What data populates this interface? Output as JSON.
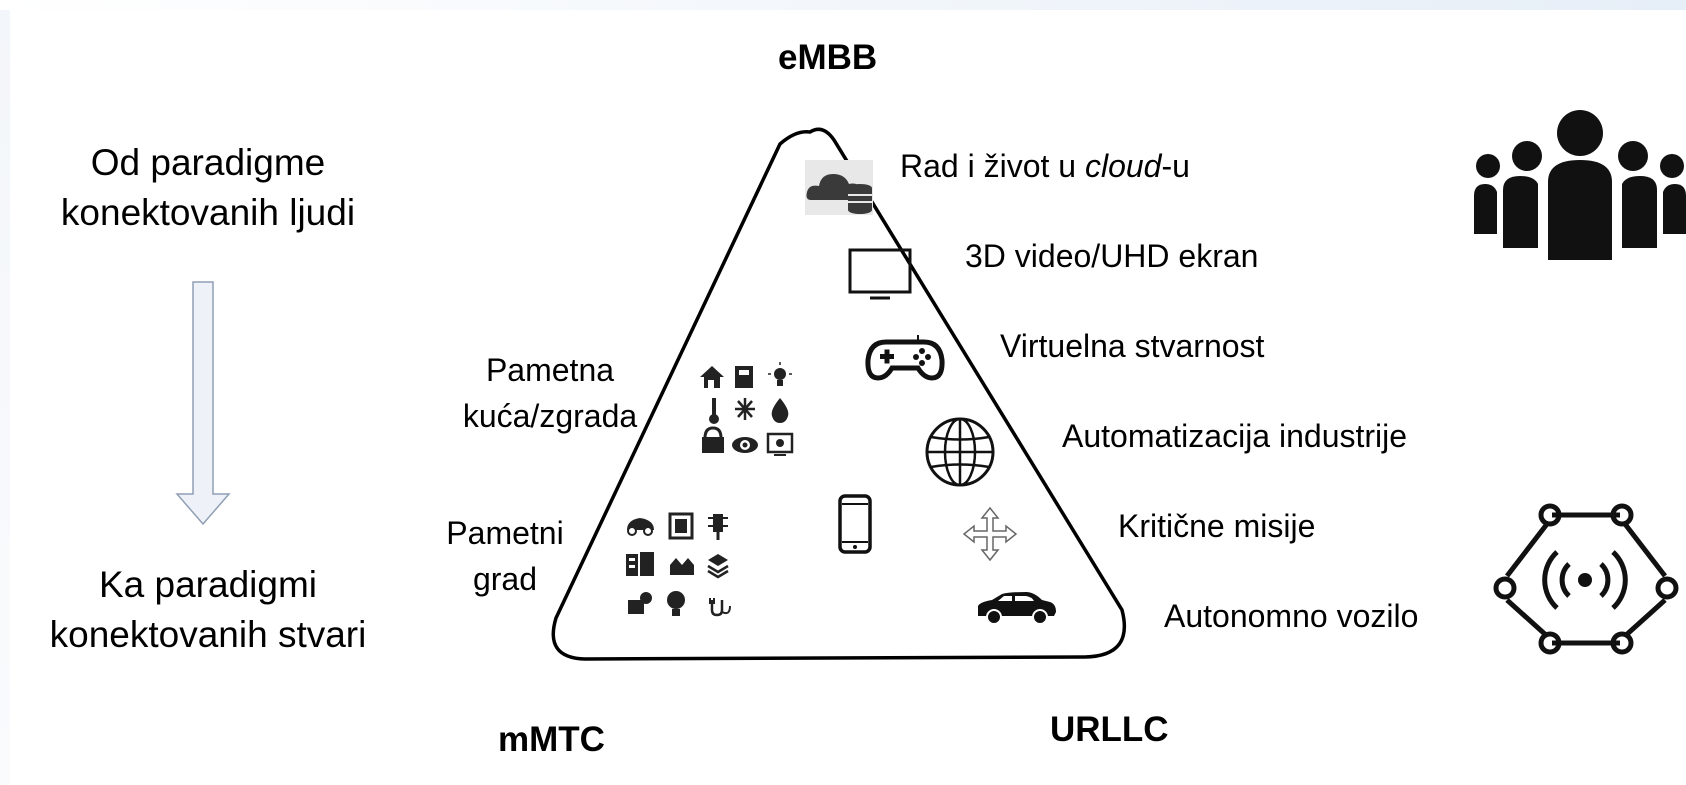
{
  "paradigm": {
    "from_text": "Od paradigme konektovanih ljudi",
    "to_text": "Ka paradigmi konektovanih stvari"
  },
  "corners": {
    "top": "eMBB",
    "bottom_left": "mMTC",
    "bottom_right": "URLLC"
  },
  "use_cases": {
    "cloud_prefix": "Rad i život u ",
    "cloud_italic": "cloud",
    "cloud_suffix": "-u",
    "video": "3D video/UHD ekran",
    "vr": "Virtuelna stvarnost",
    "industry": "Automatizacija industrije",
    "critical": "Kritične misije",
    "vehicle": "Autonomno vozilo",
    "smart_home": "Pametna kuća/zgrada",
    "smart_city": "Pametni grad"
  },
  "icons": {
    "cloud": "cloud-database-icon",
    "video": "monitor-icon",
    "vr": "gamepad-icon",
    "industry": "globe-icon",
    "critical": "move-arrows-icon",
    "vehicle": "car-icon",
    "phone": "smartphone-icon",
    "smart_home": "smart-home-icons-grid",
    "smart_city": "smart-city-icons-grid",
    "people": "people-group-icon",
    "iot": "iot-network-icon"
  },
  "colors": {
    "arrow_fill": "#eef2f8",
    "arrow_stroke": "#8f9fb5",
    "top_band": "#e6eef7"
  }
}
